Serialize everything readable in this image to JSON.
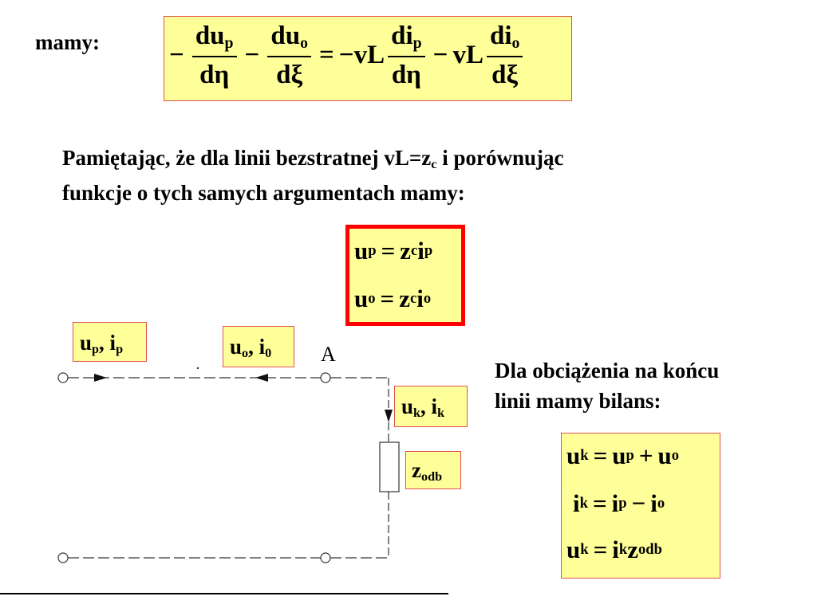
{
  "header": {
    "lead": "mamy:"
  },
  "eq1": {
    "minus": "−",
    "f1": {
      "num_base": "du",
      "num_sub": "p",
      "den": "dη"
    },
    "f2": {
      "num_base": "du",
      "num_sub": "o",
      "den": "dξ"
    },
    "eq": "=",
    "vl": "vL",
    "f3": {
      "num_base": "di",
      "num_sub": "p",
      "den": "dη"
    },
    "f4": {
      "num_base": "di",
      "num_sub": "o",
      "den": "dξ"
    }
  },
  "paragraph": {
    "line1_before": "Pamiętając, że dla linii bezstratnej vL=z",
    "line1_sub": "c",
    "line1_after": " i porównując",
    "line2": "funkcje o tych samych argumentach mamy:"
  },
  "eq2": {
    "row1": {
      "a": "u",
      "a_sub": "p",
      "eq": "=",
      "b": "z",
      "b_sub": "c",
      "c": "i",
      "c_sub": "p"
    },
    "row2": {
      "a": "u",
      "a_sub": "o",
      "eq": "=",
      "b": "z",
      "b_sub": "c",
      "c": "i",
      "c_sub": "o"
    }
  },
  "circuit": {
    "label_up_ip": {
      "a": "u",
      "a_sub": "p",
      "sep": ", ",
      "b": "i",
      "b_sub": "p"
    },
    "label_uo_i0": {
      "a": "u",
      "a_sub": "o",
      "sep": ", ",
      "b": "i",
      "b_sub": "0"
    },
    "label_uk_ik": {
      "a": "u",
      "a_sub": "k",
      "sep": ", ",
      "b": "i",
      "b_sub": "k"
    },
    "label_zodb": {
      "a": "z",
      "a_sub": "odb"
    },
    "node_a": "A"
  },
  "side_text": {
    "line1": "Dla obciążenia na końcu",
    "line2": "linii mamy bilans:"
  },
  "eq3": {
    "row1": {
      "a": "u",
      "a_sub": "k",
      "eq": "=",
      "b": "u",
      "b_sub": "p",
      "op": "+",
      "c": "u",
      "c_sub": "o"
    },
    "row2": {
      "a": "i",
      "a_sub": "k",
      "eq": "=",
      "b": "i",
      "b_sub": "p",
      "op": "−",
      "c": "i",
      "c_sub": "o"
    },
    "row3": {
      "a": "u",
      "a_sub": "k",
      "eq": "=",
      "b": "i",
      "b_sub": "k",
      "c": "z",
      "c_sub": "odb"
    }
  },
  "colors": {
    "box_fill": "#ffff99",
    "box_border": "#e05050",
    "highlight_border": "#ff0000"
  }
}
